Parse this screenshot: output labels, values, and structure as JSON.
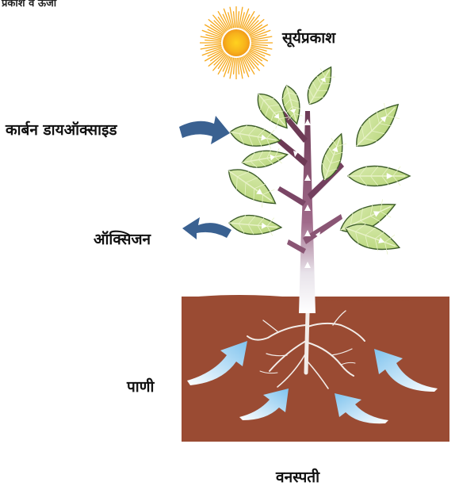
{
  "top_fragment": "प्रकाश वे ऊर्जा",
  "labels": {
    "sunlight": "सूर्यप्रकाश",
    "carbon_dioxide": "कार्बन डायऑक्साइड",
    "oxygen": "ऑक्सिजन",
    "water": "पाणी",
    "caption": "वनस्पती"
  },
  "colors": {
    "soil": "#9a4b33",
    "sun": "#f6b81e",
    "leaf_fill": "#c6de8f",
    "leaf_edge": "#3d5d2a",
    "stem": "#6f3c57",
    "gas_arrow": "#3a6191",
    "water_arrow": "#8fcaf0"
  }
}
